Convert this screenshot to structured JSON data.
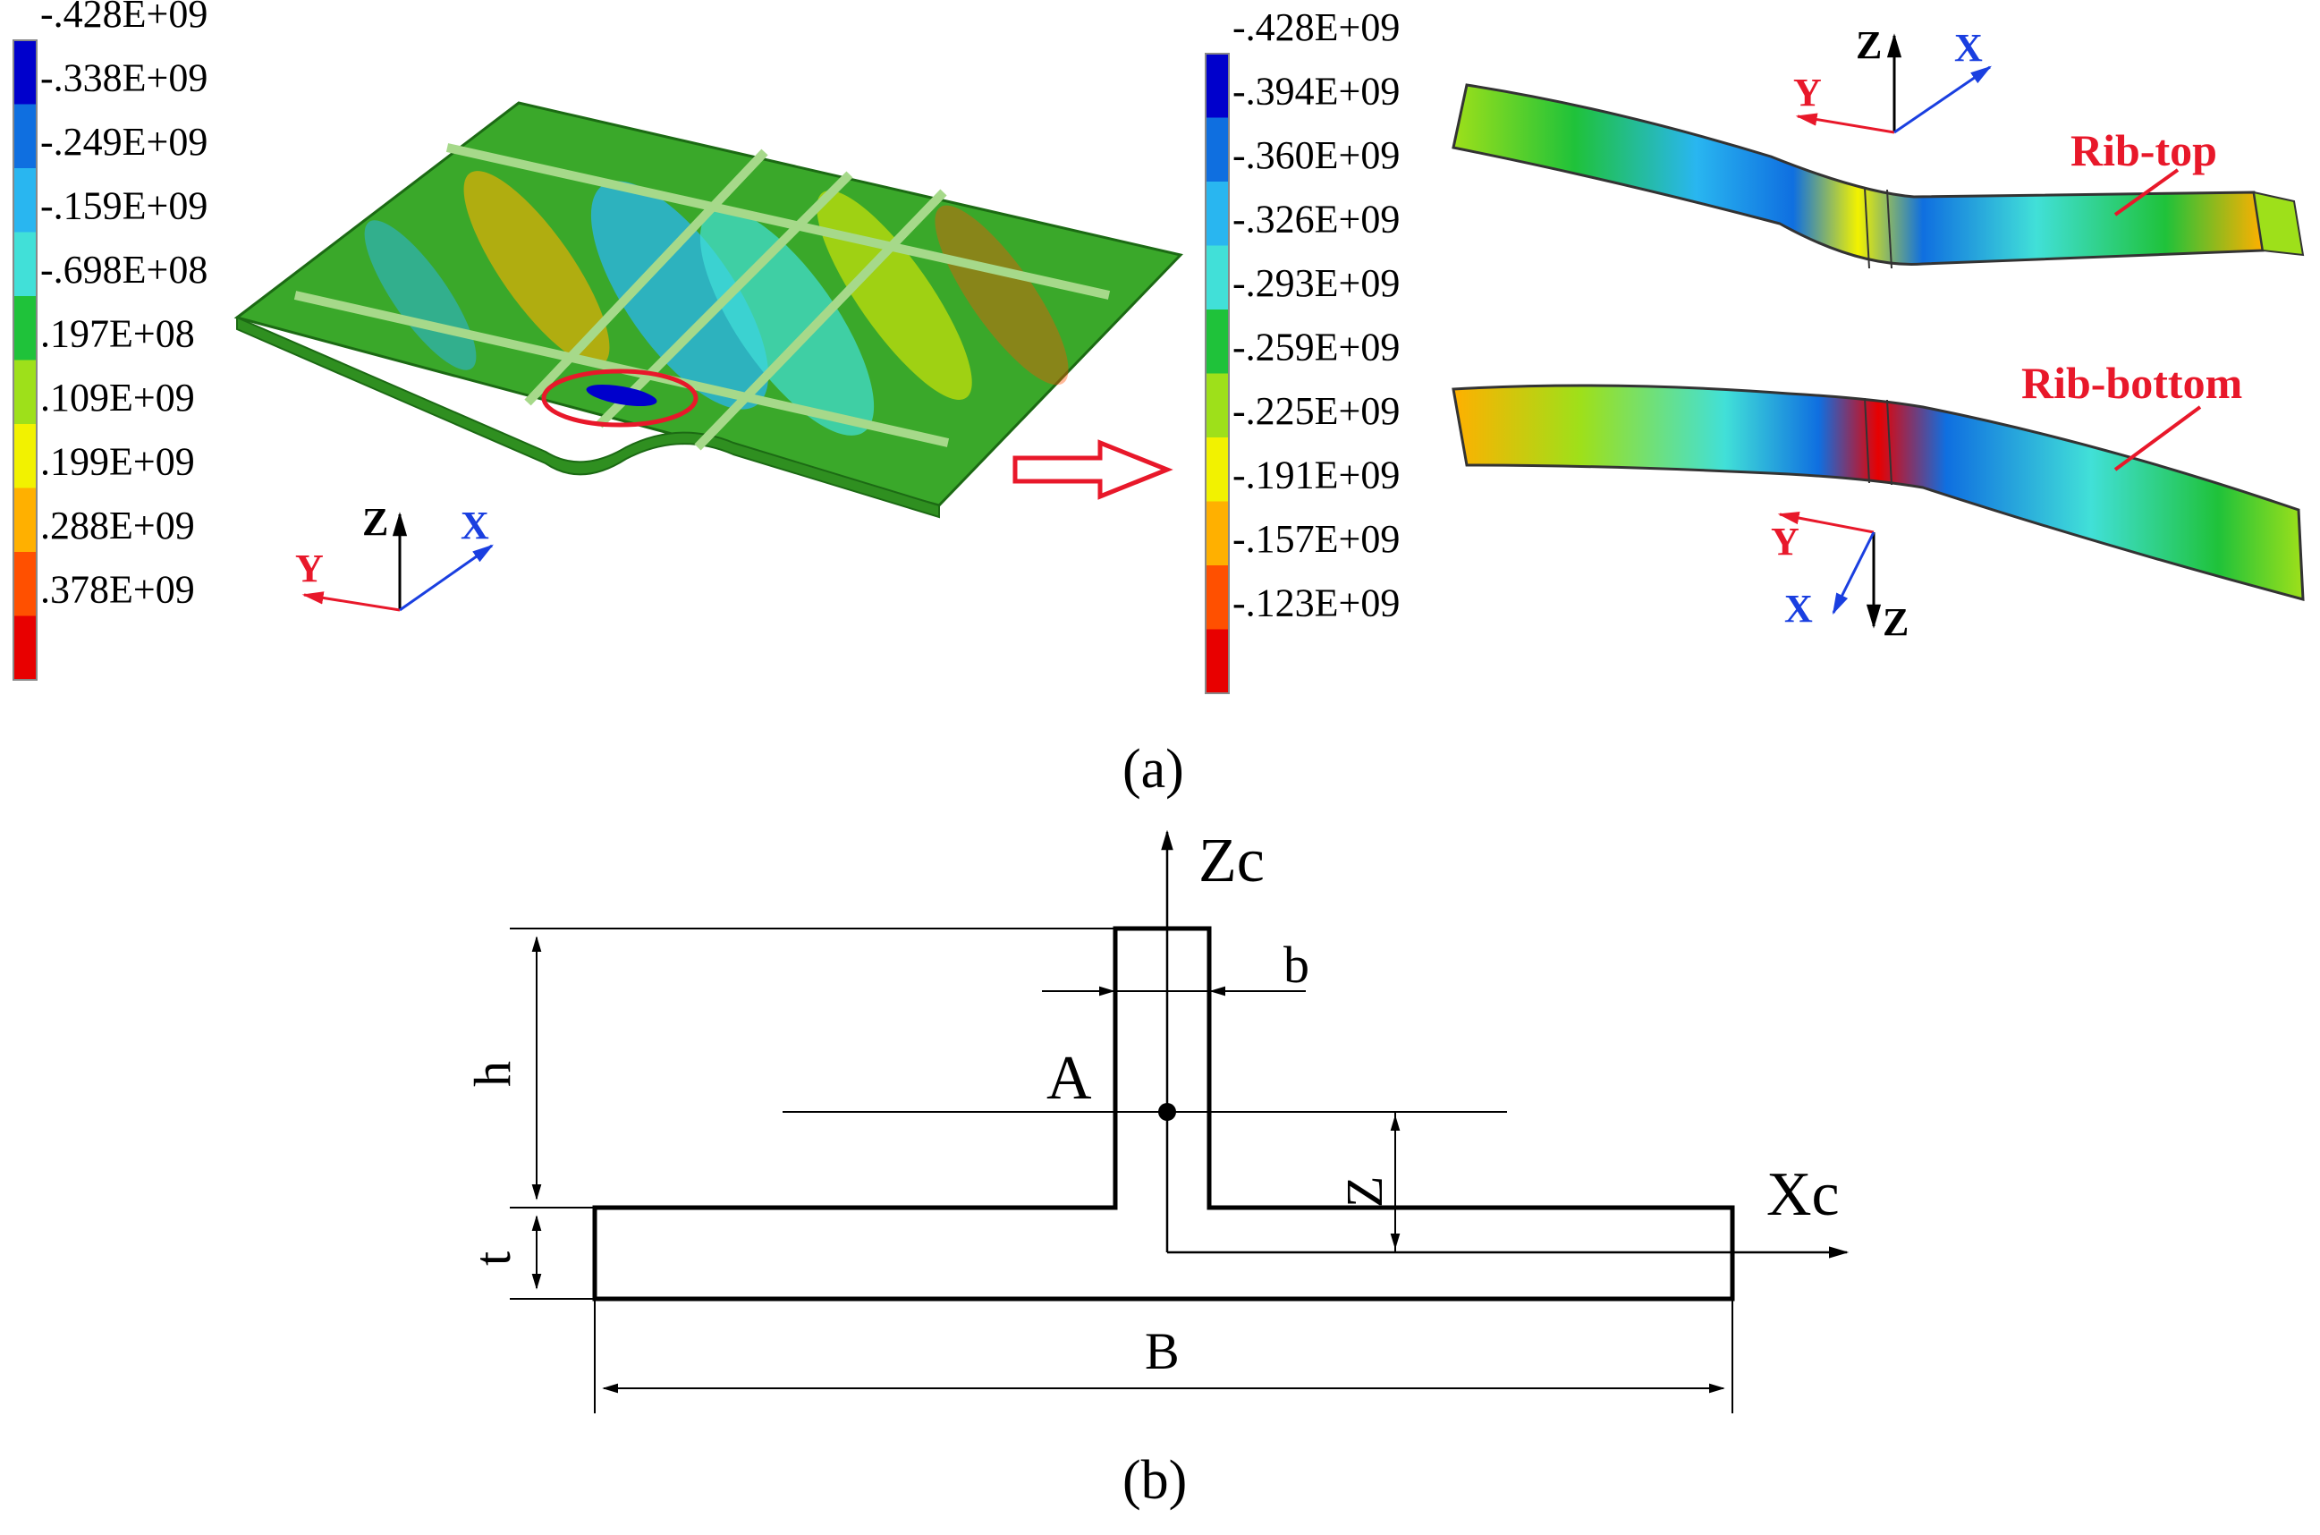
{
  "panel_a": {
    "caption": "(a)",
    "legend_left": {
      "labels": [
        "-.428E+09",
        "-.338E+09",
        "-.249E+09",
        "-.159E+09",
        "-.698E+08",
        ".197E+08",
        ".109E+09",
        ".199E+09",
        ".288E+09",
        ".378E+09"
      ],
      "colors": [
        "#0000cc",
        "#0f6fe0",
        "#29b6f0",
        "#41e0d8",
        "#1fc23a",
        "#9ee01a",
        "#f2f200",
        "#ffb000",
        "#ff5000",
        "#e80000"
      ]
    },
    "legend_right": {
      "labels": [
        "-.428E+09",
        "-.394E+09",
        "-.360E+09",
        "-.326E+09",
        "-.293E+09",
        "-.259E+09",
        "-.225E+09",
        "-.191E+09",
        "-.157E+09",
        "-.123E+09"
      ],
      "colors": [
        "#0000cc",
        "#0f6fe0",
        "#29b6f0",
        "#41e0d8",
        "#1fc23a",
        "#9ee01a",
        "#f2f200",
        "#ffb000",
        "#ff5000",
        "#e80000"
      ]
    },
    "triad": {
      "x": "X",
      "y": "Y",
      "z": "Z"
    },
    "callouts": {
      "rib_top": "Rib-top",
      "rib_bottom": "Rib-bottom"
    },
    "colors": {
      "plate": "#3aa82a",
      "axis_x": "#1a3fe0",
      "axis_y": "#e8182a",
      "arrow": "#e8182a"
    }
  },
  "panel_b": {
    "caption": "(b)",
    "labels": {
      "zc": "Zc",
      "xc": "Xc",
      "b": "b",
      "h": "h",
      "a": "A",
      "z": "Z",
      "t": "t",
      "B": "B"
    }
  }
}
